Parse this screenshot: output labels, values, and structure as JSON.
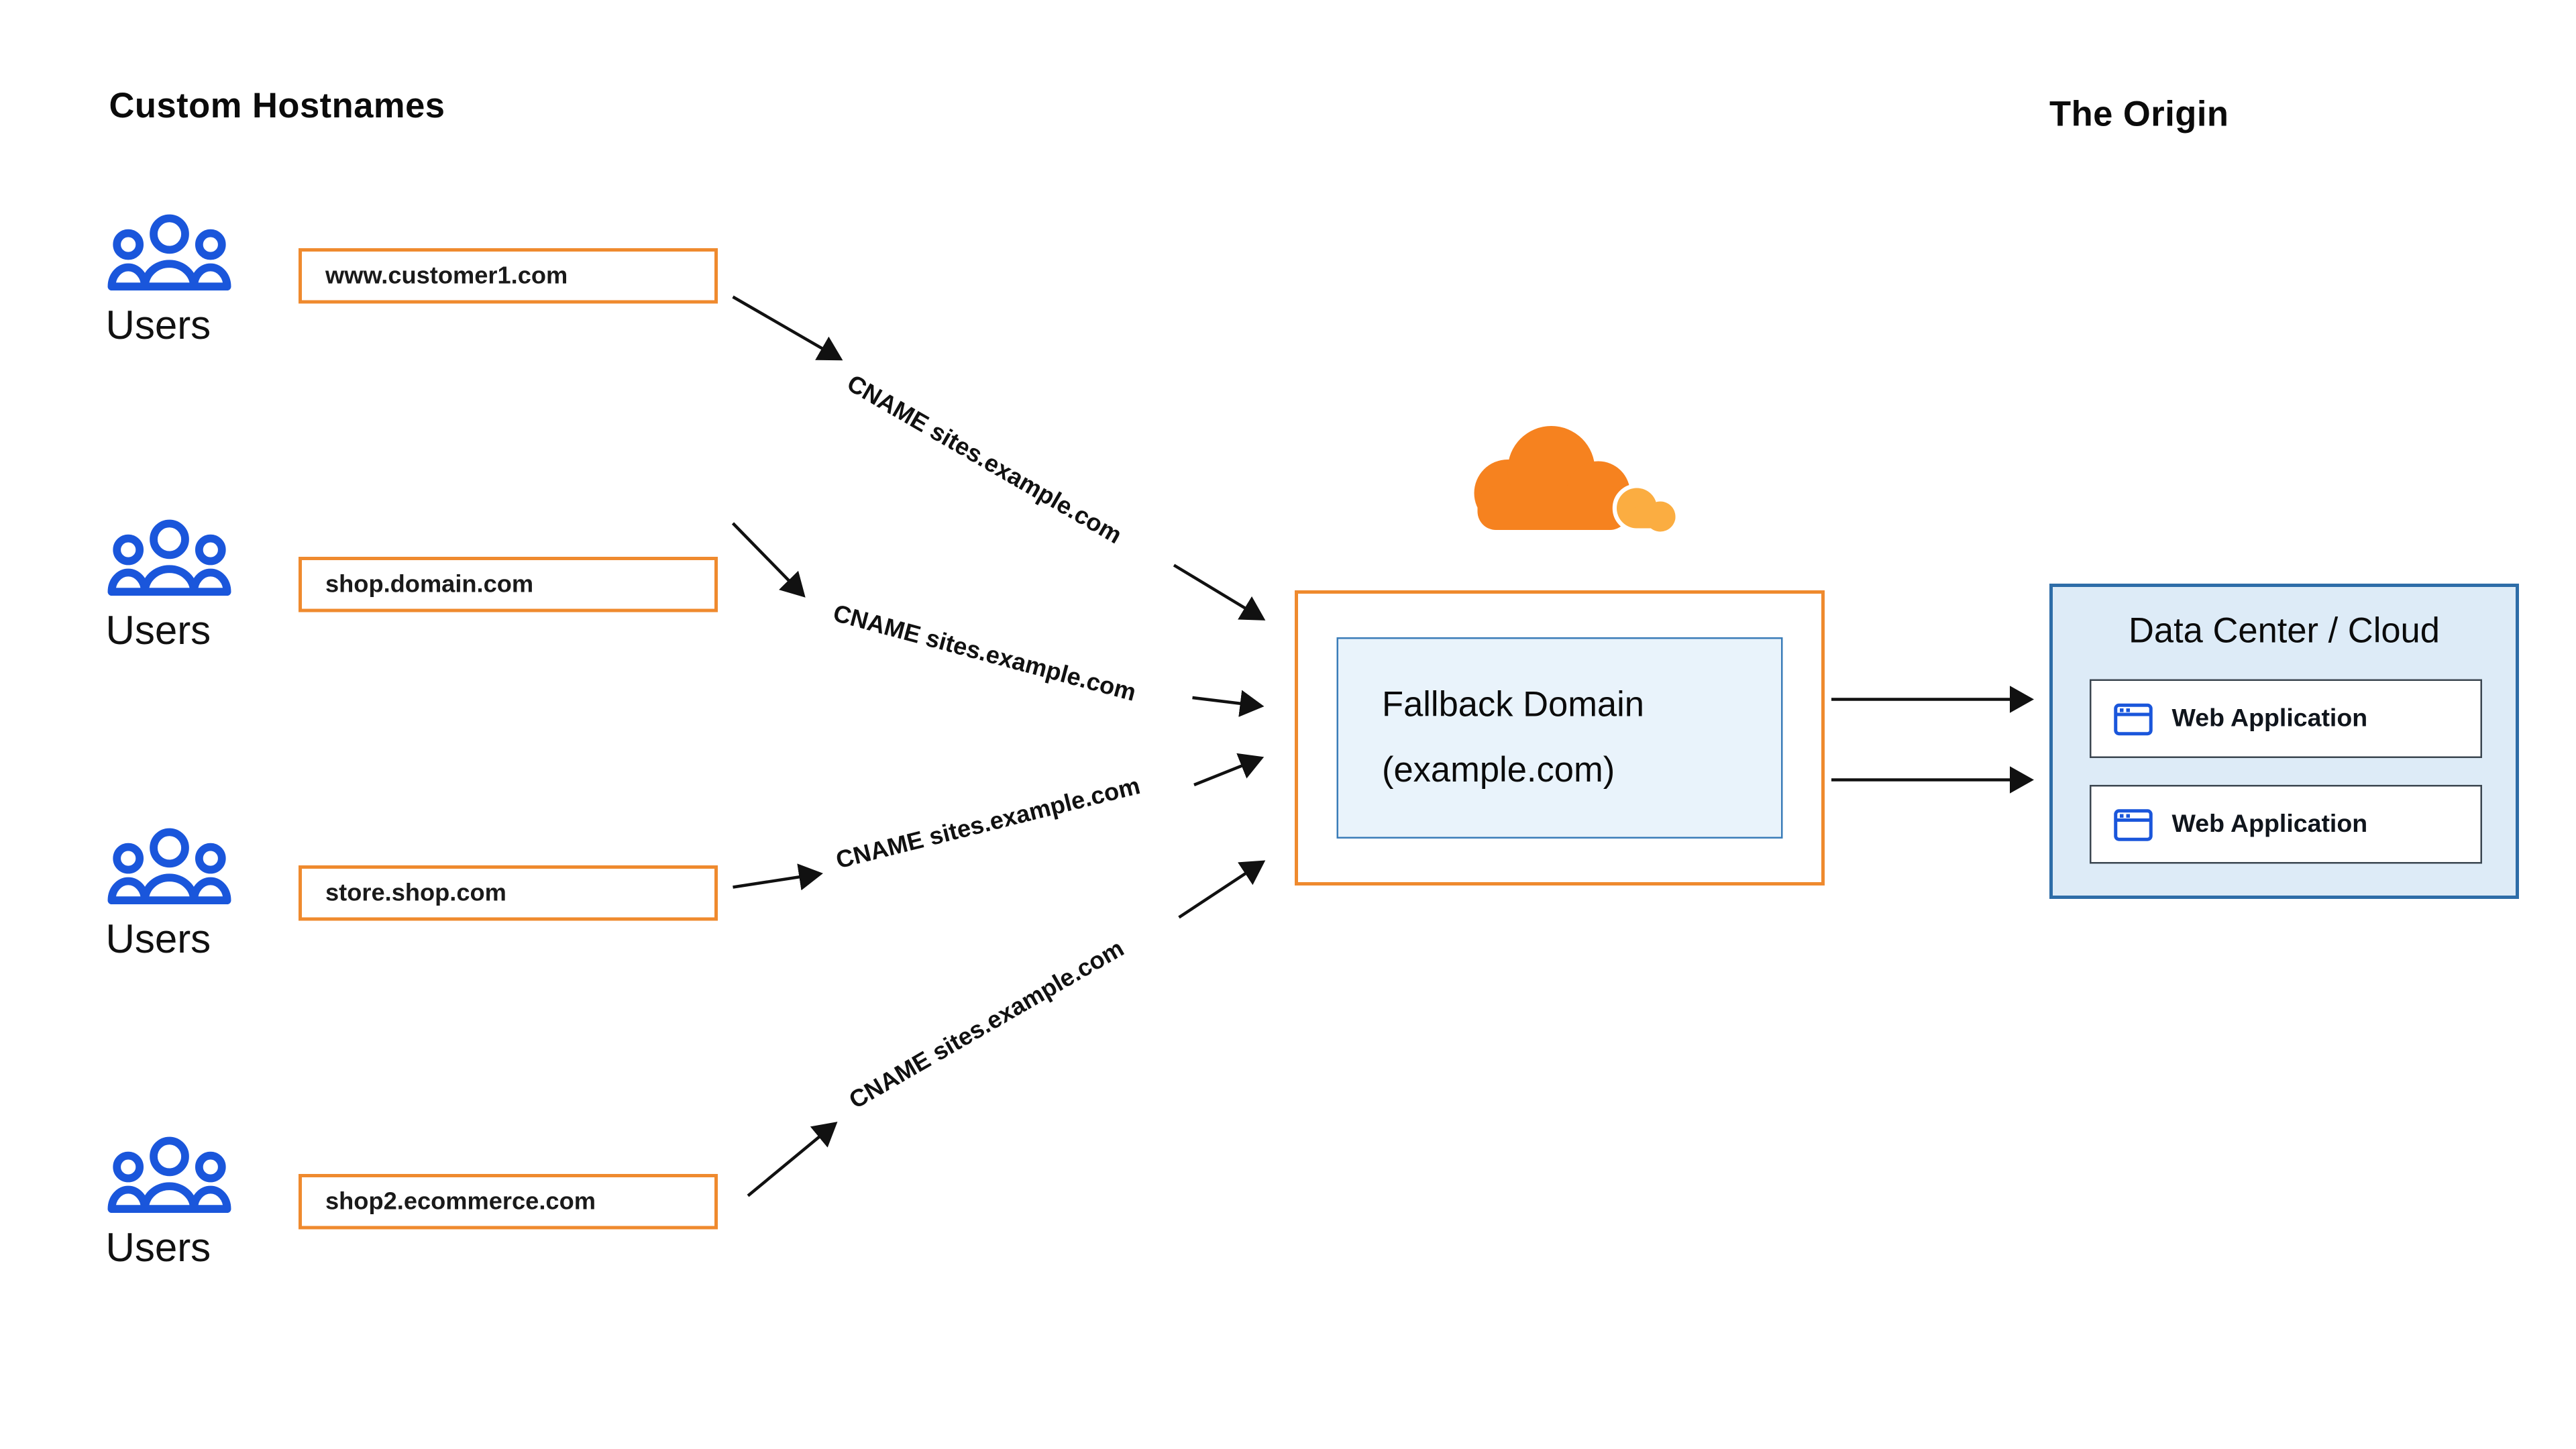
{
  "titles": {
    "left": "Custom Hostnames",
    "right": "The Origin"
  },
  "users_label": "Users",
  "hostnames": [
    "www.customer1.com",
    "shop.domain.com",
    "store.shop.com",
    "shop2.ecommerce.com"
  ],
  "cname_label": "CNAME sites.example.com",
  "fallback": {
    "line1": "Fallback Domain",
    "line2": "(example.com)"
  },
  "origin": {
    "title": "Data Center / Cloud",
    "apps": [
      "Web Application",
      "Web Application"
    ]
  },
  "icons": {
    "users": "users-icon",
    "cloudflare": "cloudflare-cloud-icon",
    "web_app": "browser-window-icon"
  },
  "colors": {
    "cloudflare_orange": "#F6821F",
    "cloudflare_light_orange": "#FBAD41",
    "box_orange_border": "#EF8A2E",
    "user_icon_blue": "#1A56DB",
    "origin_fill": "#DDEBF7",
    "origin_border": "#2E6DA8",
    "fallback_inner_fill": "#E9F3FB",
    "fallback_inner_border": "#3A7CB8",
    "arrow_color": "#111111"
  }
}
